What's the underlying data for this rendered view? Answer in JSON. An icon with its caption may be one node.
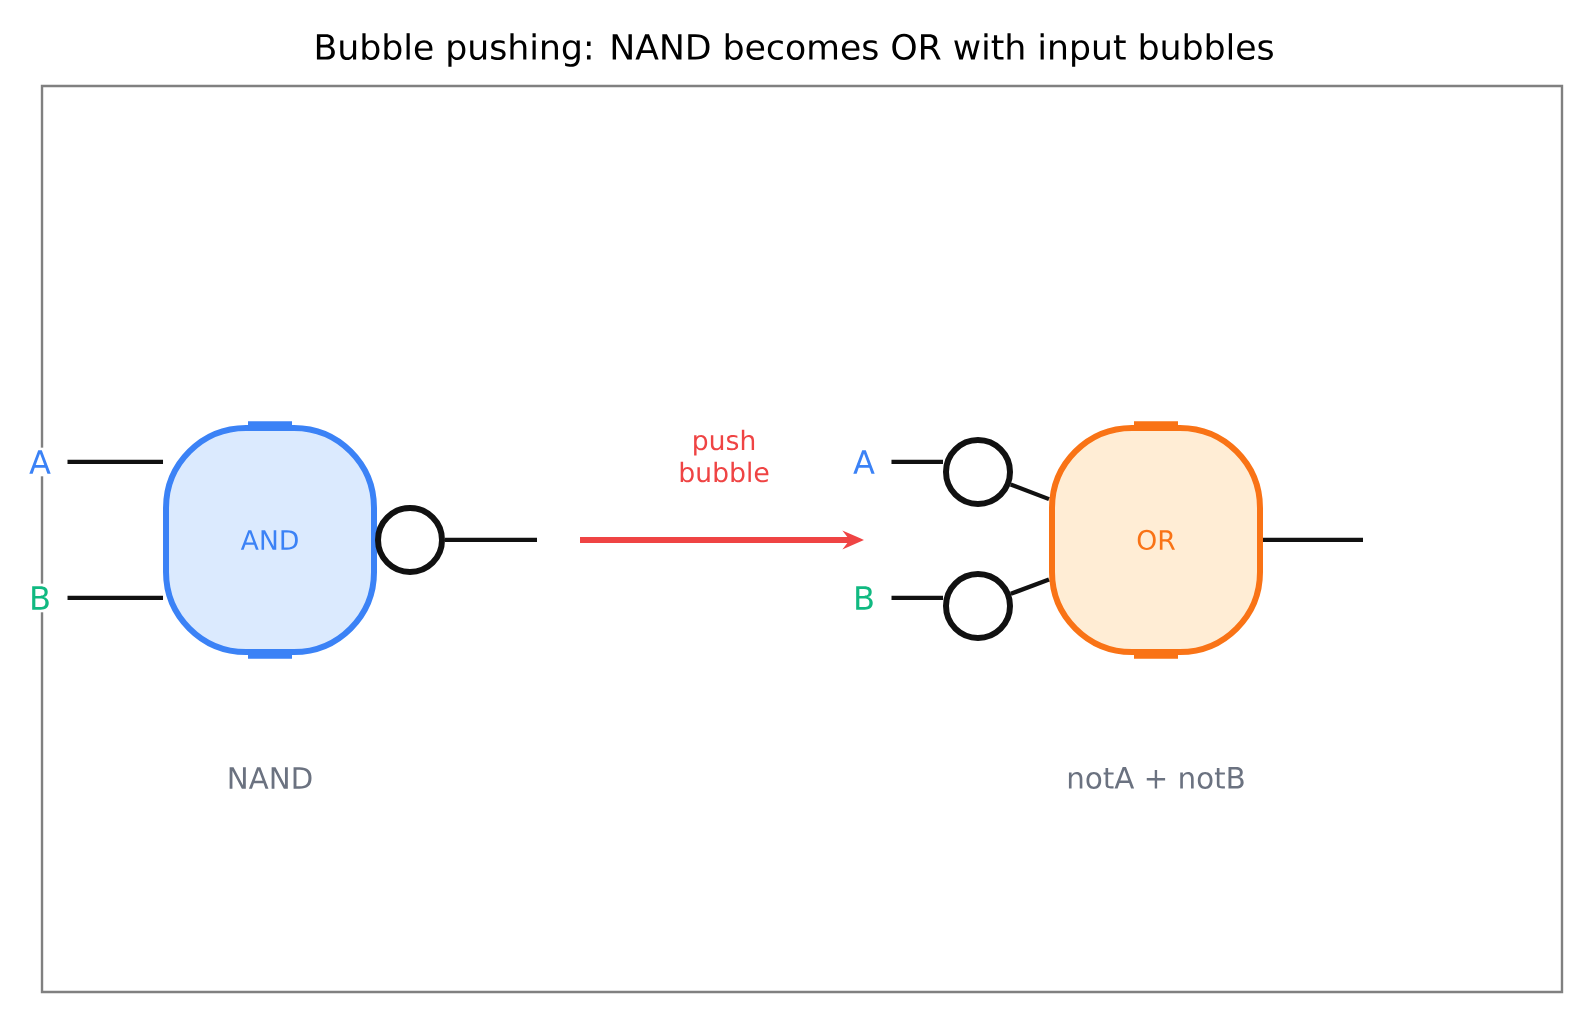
{
  "diagram": {
    "title": "Bubble pushing: NAND becomes OR with input bubbles",
    "nodes": [
      {
        "text": [
          "A"
        ]
      },
      {
        "text": [
          "B"
        ]
      },
      {
        "text": [
          "AND"
        ],
        "beside": [
          "NAND"
        ]
      },
      {
        "text": [],
        "shape": "circle"
      },
      {
        "text": [
          "A"
        ]
      },
      {
        "text": [
          "B"
        ]
      },
      {
        "text": [],
        "shape": "circle"
      },
      {
        "text": [],
        "shape": "circle"
      },
      {
        "text": [
          "OR"
        ],
        "beside": [
          "notA + notB"
        ]
      }
    ],
    "edges": [
      {
        "from": 0,
        "to": 2,
        "arrow": "none"
      },
      {
        "from": 1,
        "to": 2,
        "arrow": "none"
      },
      {
        "from": 3,
        "to": null,
        "arrow": "none"
      },
      {
        "from": 4,
        "to": 6,
        "arrow": "none"
      },
      {
        "from": 5,
        "to": 7,
        "arrow": "none"
      },
      {
        "from": 6,
        "to": 8,
        "arrow": "none"
      },
      {
        "from": 7,
        "to": 8,
        "arrow": "none"
      },
      {
        "from": 8,
        "to": null,
        "arrow": "none"
      }
    ],
    "labels": [
      "push bubble"
    ]
  }
}
